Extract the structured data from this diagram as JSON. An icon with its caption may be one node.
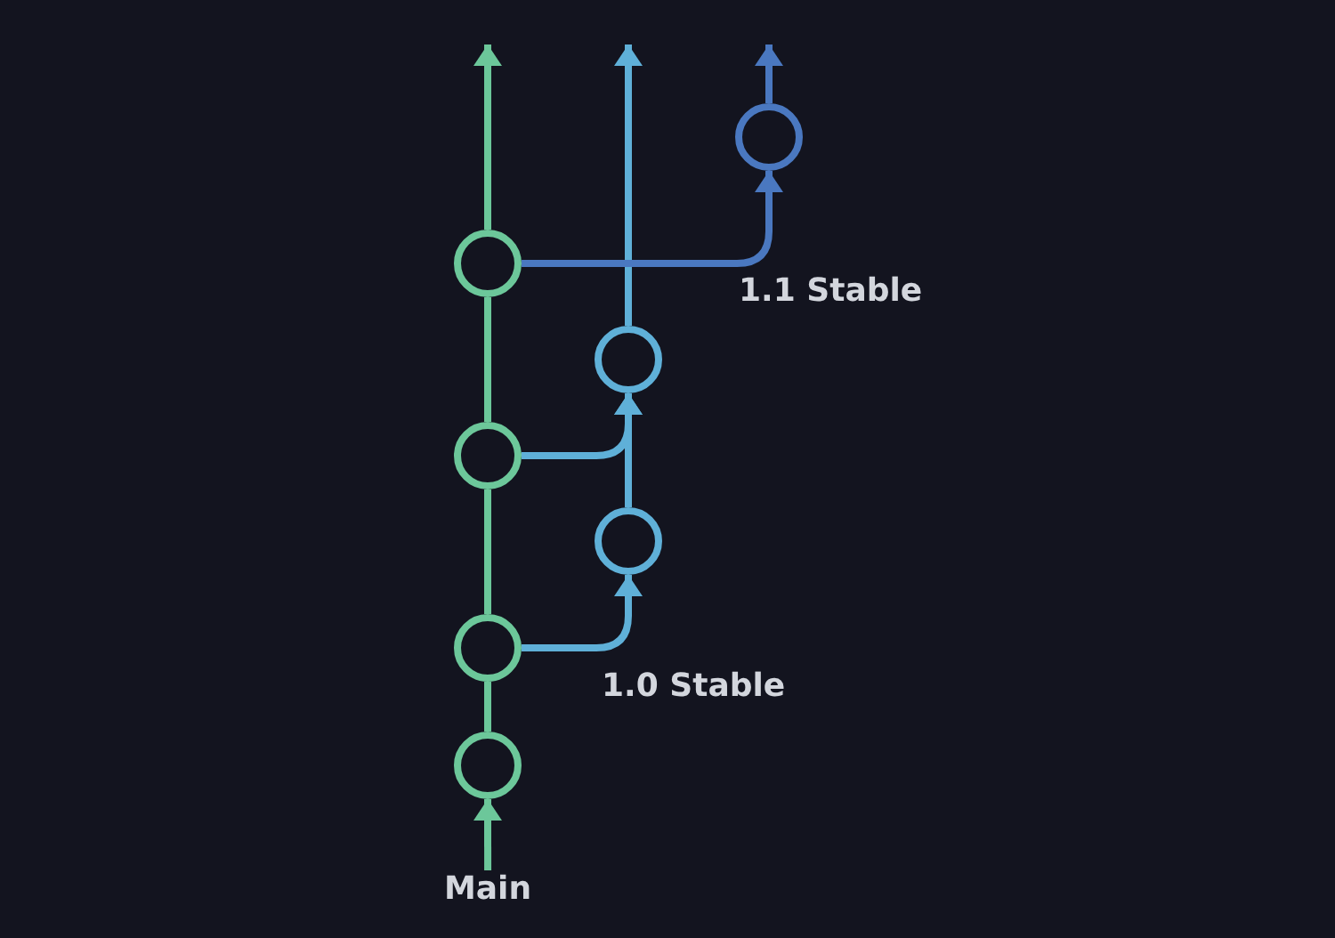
{
  "diagram": {
    "nodes": [
      {
        "text": [],
        "shape": "circle"
      },
      {
        "text": [],
        "shape": "circle"
      },
      {
        "text": [],
        "shape": "circle"
      },
      {
        "text": [],
        "shape": "circle"
      },
      {
        "text": [],
        "shape": "circle"
      },
      {
        "text": [],
        "shape": "circle"
      },
      {
        "text": [],
        "shape": "circle"
      },
      {
        "text": [
          "Main"
        ]
      }
    ],
    "edges": [
      {
        "from": 7,
        "to": 6,
        "arrow": "to"
      },
      {
        "from": 6,
        "to": 5,
        "arrow": "none"
      },
      {
        "from": 5,
        "to": 3,
        "arrow": "none"
      },
      {
        "from": 3,
        "to": 1,
        "arrow": "none"
      },
      {
        "from": 1,
        "to": null,
        "arrow": "to"
      },
      {
        "from": 5,
        "to": 4,
        "arrow": "to",
        "color": "#5fb0d8"
      },
      {
        "from": 4,
        "to": 2,
        "arrow": "to",
        "color": "#5fb0d8"
      },
      {
        "from": 3,
        "to": 2,
        "arrow": "to",
        "color": "#5fb0d8"
      },
      {
        "from": 2,
        "to": null,
        "arrow": "to",
        "color": "#5fb0d8"
      },
      {
        "from": 1,
        "to": 0,
        "arrow": "to",
        "color": "#4a78c0"
      },
      {
        "from": 0,
        "to": null,
        "arrow": "to",
        "color": "#4a78c0"
      }
    ],
    "labels": [
      "1.1 Stable",
      "1.0 Stable"
    ]
  }
}
